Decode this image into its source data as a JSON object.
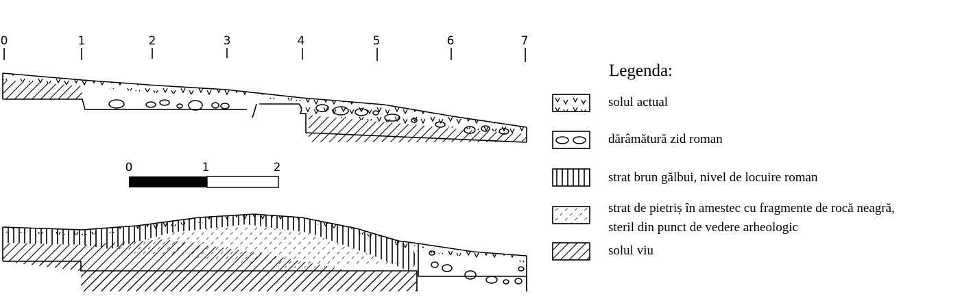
{
  "ruler": {
    "ticks": [
      "0",
      "1",
      "2",
      "3",
      "4",
      "5",
      "6",
      "7"
    ]
  },
  "scale_bar": {
    "labels": [
      "0",
      "1",
      "2"
    ]
  },
  "legend": {
    "title": "Legenda:",
    "items": [
      {
        "pattern": "v-marks",
        "lines": [
          "solul actual"
        ]
      },
      {
        "pattern": "ovals",
        "lines": [
          "dărâmătură zid roman"
        ]
      },
      {
        "pattern": "vertical-lines",
        "lines": [
          "strat brun gălbui, nivel de locuire roman"
        ]
      },
      {
        "pattern": "dashed-diagonal",
        "lines": [
          "strat de pietriș în amestec cu fragmente de rocă neagră,",
          "steril din punct de vedere arheologic"
        ]
      },
      {
        "pattern": "diagonal-hatch",
        "lines": [
          "solul viu"
        ]
      }
    ]
  },
  "colors": {
    "ink": "#000000",
    "paper": "#ffffff"
  }
}
